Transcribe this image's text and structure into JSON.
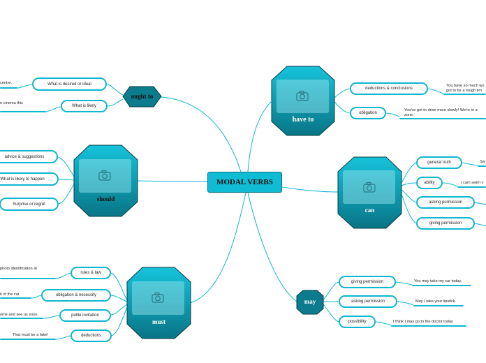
{
  "title": "MODAL VERBS",
  "icons": {
    "image_placeholder": "camera-icon"
  },
  "colors": {
    "teal": "#0fb6cf",
    "hex_dark": "#0a7c8e",
    "center": "#10bcd4"
  },
  "branches": {
    "ought_to": {
      "label": "ought to",
      "items": [
        {
          "label": "What is desired or ideal",
          "example": "centre."
        },
        {
          "label": "What is likely",
          "example": "n cinema this"
        }
      ]
    },
    "should": {
      "label": "should",
      "items": [
        {
          "label": "advice & suggestions",
          "example": ""
        },
        {
          "label": "What is likely to happen",
          "example": ""
        },
        {
          "label": "Surprise or regret",
          "example": ""
        }
      ]
    },
    "must": {
      "label": "must",
      "items": [
        {
          "label": "rules & law",
          "example": "photo identification at"
        },
        {
          "label": "obligation & necessity",
          "example": "k of the car."
        },
        {
          "label": "polite invitation",
          "example": "ome and see us soon."
        },
        {
          "label": "deductions",
          "example": "That must be a fake!"
        }
      ]
    },
    "have_to": {
      "label": "have to",
      "items": [
        {
          "label": "deductions & conclusions",
          "example": "You have so much wo got to be a tough tim"
        },
        {
          "label": "obligation",
          "example": "You've got to drive more slowly! We're in a zone."
        }
      ]
    },
    "can": {
      "label": "can",
      "items": [
        {
          "label": "general truth",
          "example": "Sw"
        },
        {
          "label": "ability",
          "example": "I cam swim v"
        },
        {
          "label": "asking permission",
          "example": ""
        },
        {
          "label": "giving permission",
          "example": ""
        }
      ]
    },
    "may": {
      "label": "may",
      "items": [
        {
          "label": "giving permission",
          "example": "You may take my car today."
        },
        {
          "label": "asking permission",
          "example": "May I take your lipstick."
        },
        {
          "label": "possibility",
          "example": "I think I may go to the doctor today"
        }
      ]
    }
  }
}
